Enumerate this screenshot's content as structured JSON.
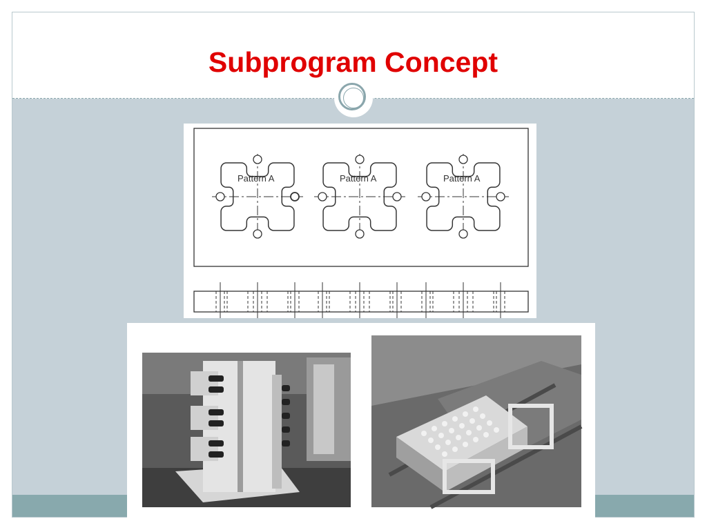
{
  "slide": {
    "title": "Subprogram Concept"
  },
  "drawing": {
    "pattern_labels": [
      "Pattern A",
      "Pattern A",
      "Pattern A"
    ]
  },
  "colors": {
    "title": "#e00000",
    "content_background": "#c5d1d8",
    "footer_band": "#88a9ad",
    "accent_line": "#8aa6ac"
  }
}
